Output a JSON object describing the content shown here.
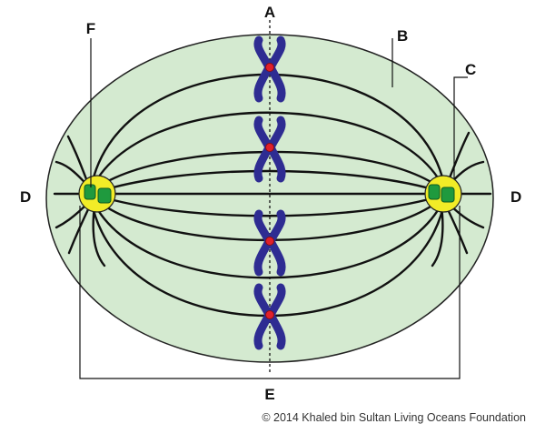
{
  "labels": {
    "a": "A",
    "b": "B",
    "c": "C",
    "d_left": "D",
    "d_right": "D",
    "e": "E",
    "f": "F"
  },
  "copyright": "© 2014 Khaled bin Sultan Living Oceans Foundation",
  "colors": {
    "cell_fill": "#d4ead0",
    "cell_stroke": "#222222",
    "fiber": "#111111",
    "centrosome": "#f2ec27",
    "centriole": "#1f9a3e",
    "chromosome": "#2e2c92",
    "centromere": "#e0202a"
  }
}
